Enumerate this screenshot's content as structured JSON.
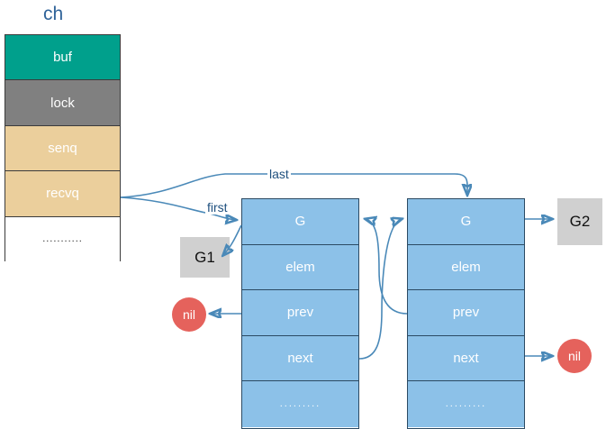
{
  "diagram": {
    "title_label": "ch",
    "channel": {
      "name": "ch",
      "rows": [
        {
          "label": "buf",
          "color": "#00A08C"
        },
        {
          "label": "lock",
          "color": "#808080"
        },
        {
          "label": "senq",
          "color": "#EBCF9C"
        },
        {
          "label": "recvq",
          "color": "#EBCF9C"
        },
        {
          "label": "...........",
          "color": "#FFFFFF"
        }
      ]
    },
    "sudogs": [
      {
        "name": "first-sudog",
        "rows": [
          {
            "label": "G"
          },
          {
            "label": "elem"
          },
          {
            "label": "prev"
          },
          {
            "label": "next"
          },
          {
            "label": "........."
          }
        ]
      },
      {
        "name": "last-sudog",
        "rows": [
          {
            "label": "G"
          },
          {
            "label": "elem"
          },
          {
            "label": "prev"
          },
          {
            "label": "next"
          },
          {
            "label": "........."
          }
        ]
      }
    ],
    "goroutines": [
      {
        "label": "G1",
        "color": "#D0D0D0"
      },
      {
        "label": "G2",
        "color": "#D0D0D0"
      }
    ],
    "nils": [
      {
        "label": "nil",
        "color": "#E5625C"
      },
      {
        "label": "nil",
        "color": "#E5625C"
      }
    ],
    "edges": [
      {
        "label": "last",
        "from": "recvq",
        "to": "last-sudog"
      },
      {
        "label": "first",
        "from": "recvq",
        "to": "first-sudog"
      }
    ],
    "colors": {
      "buf": "#00A08C",
      "lock": "#808080",
      "queue": "#EBCF9C",
      "sudog": "#8CC1E8",
      "goroutine": "#D0D0D0",
      "nil": "#E5625C",
      "wire": "#4A89B8",
      "title": "#2F6399"
    }
  }
}
